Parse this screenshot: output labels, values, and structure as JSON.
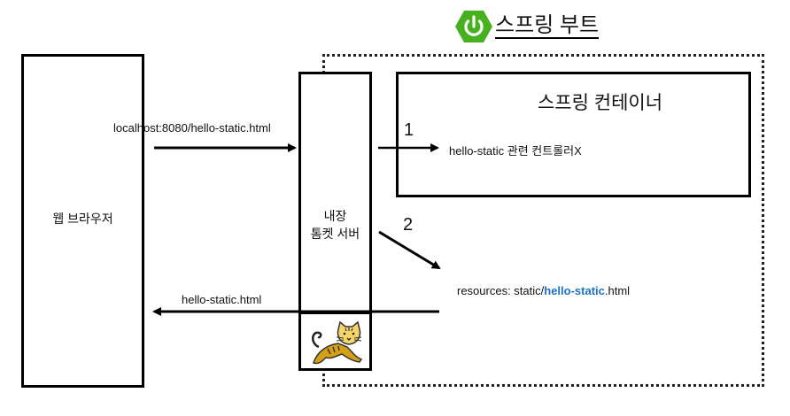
{
  "title": {
    "logo_icon": "spring-power-icon",
    "text": "스프링 부트",
    "logo_color": "#46b01f"
  },
  "browser": {
    "label": "웹 브라우저"
  },
  "server": {
    "line1": "내장",
    "line2": "톰켓 서버",
    "mascot_icon": "tomcat-cat-icon"
  },
  "container": {
    "title": "스프링 컨테이너",
    "controller_text": "hello-static 관련 컨트롤러X"
  },
  "arrows": {
    "request_label": "localhost:8080/hello-static.html",
    "step1": "1",
    "step2": "2",
    "response_label": "hello-static.html"
  },
  "resource": {
    "prefix": "resources: static/",
    "highlight": "hello-static",
    "suffix": ".html",
    "highlight_color": "#1a73c4"
  }
}
